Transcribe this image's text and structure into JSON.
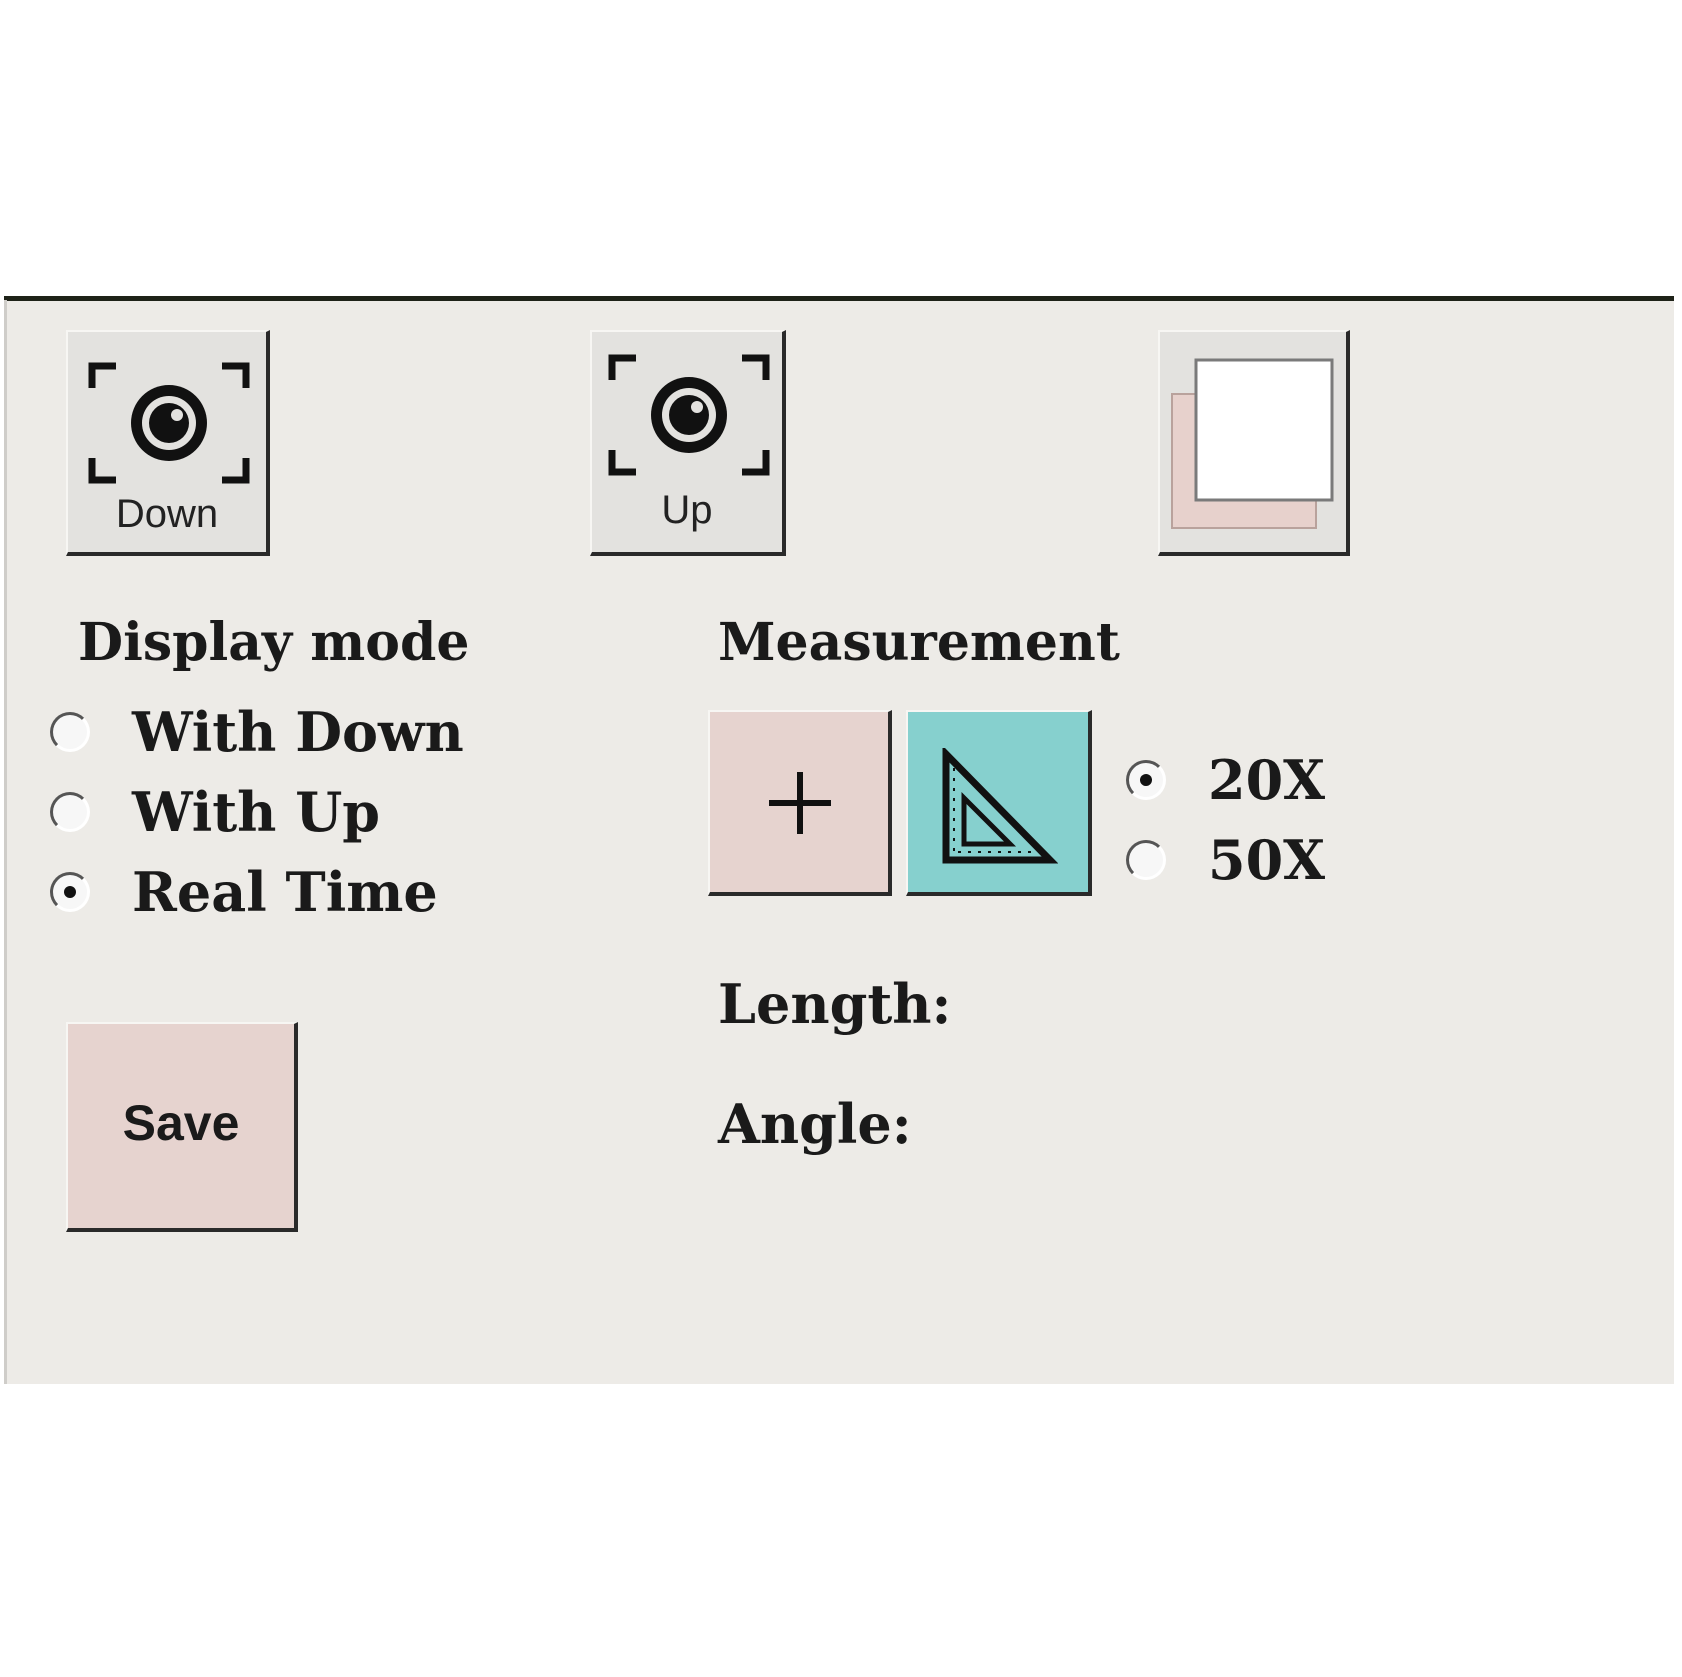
{
  "camera_buttons": {
    "down_label": "Down",
    "up_label": "Up"
  },
  "display_mode": {
    "heading": "Display mode",
    "options": [
      {
        "label": "With Down",
        "checked": false
      },
      {
        "label": "With Up",
        "checked": false
      },
      {
        "label": "Real Time",
        "checked": true
      }
    ]
  },
  "measurement": {
    "heading": "Measurement",
    "tools": [
      {
        "icon": "plus-icon",
        "color": "#e6d3cf"
      },
      {
        "icon": "set-square-icon",
        "color": "#86d0ce"
      }
    ],
    "magnification": [
      {
        "label": "20X",
        "checked": true
      },
      {
        "label": "50X",
        "checked": false
      }
    ],
    "length_label": "Length:",
    "angle_label": "Angle:"
  },
  "save_label": "Save",
  "colors": {
    "panel_bg": "#edebe7",
    "pink_button": "#e6d3cf",
    "teal_button": "#86d0ce"
  }
}
